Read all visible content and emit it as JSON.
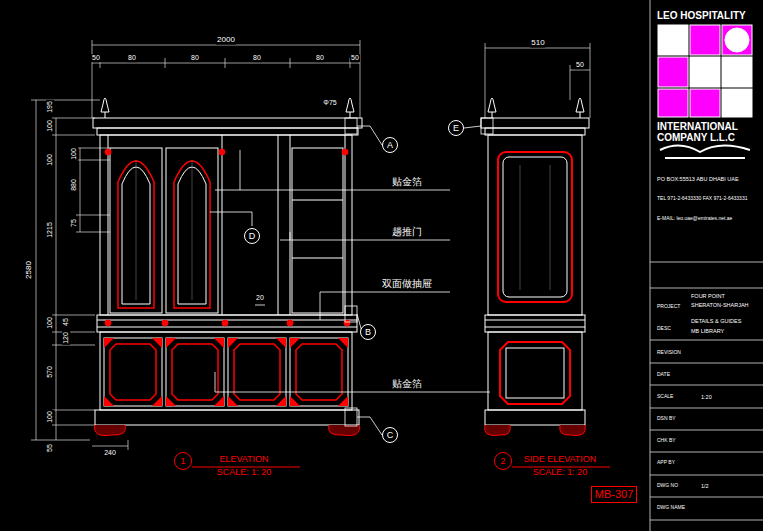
{
  "diagram": {
    "nodes": [
      {
        "text": [
          "A"
        ]
      },
      {
        "text": [
          "B"
        ]
      },
      {
        "text": [
          "C"
        ]
      },
      {
        "text": [
          "D"
        ]
      },
      {
        "text": [
          "E"
        ]
      },
      {
        "text": [
          "1"
        ]
      },
      {
        "text": [
          "2"
        ]
      },
      {
        "text": [
          "MB-307"
        ]
      }
    ],
    "labels": [
      "2000",
      "50",
      "80",
      "80",
      "80",
      "80",
      "50",
      "510",
      "50",
      "Φ75",
      "195",
      "100",
      "100",
      "880",
      "100",
      "75",
      "1215",
      "2580",
      "100",
      "45",
      "120",
      "570",
      "100",
      "55",
      "240",
      "20",
      "贴金箔",
      "趟推门",
      "双面做抽屉",
      "贴金箔",
      "ELEVATION",
      "SCALE: 1: 20",
      "SIDE ELEVATION",
      "SCALE: 1: 20",
      "LEO HOSPITALITY",
      "INTERNATIONAL COMPANY L.L.C",
      "PO BOX:55513   ABU DHABI UAE",
      "TEL 971-2-6433330  FAX 971-2-6433331",
      "E-MAIL: leo.uae@emirates.net.ae",
      "FOUR POINT",
      "SHERATON-SHARJAH",
      "PROJECT",
      "DETAILS & GUIDES",
      "DESC",
      "MB LIBRARY",
      "REVISION",
      "DATE",
      "SCALE",
      "1:20",
      "DSN BY",
      "CHK BY",
      "APP BY",
      "DWG NO",
      "1/2",
      "DWG NAME"
    ]
  }
}
